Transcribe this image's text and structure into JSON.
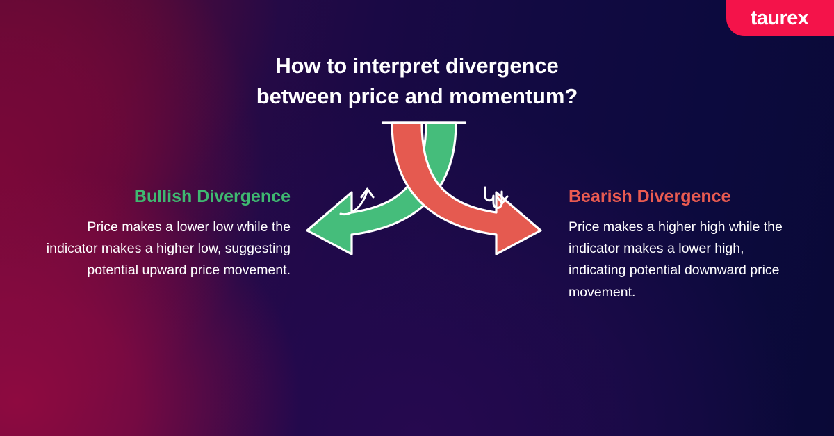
{
  "brand": {
    "logo_text": "taurex",
    "badge_color": "#f4134a"
  },
  "title": {
    "line1": "How to interpret divergence",
    "line2": "between price and momentum?"
  },
  "columns": {
    "left": {
      "heading": "Bullish Divergence",
      "heading_color": "#3fb871",
      "body": "Price makes a lower low while the indicator makes a higher low, suggesting potential upward price movement."
    },
    "right": {
      "heading": "Bearish Divergence",
      "heading_color": "#ea5b51",
      "body": "Price makes a higher high while the indicator makes a lower high, indicating potential downward price movement."
    }
  },
  "graphic": {
    "left_arrow": {
      "name": "bullish-curved-arrow-down-left",
      "fill": "#45bd7b",
      "stroke": "#ffffff",
      "inner_symbol": "curved-up-arrow"
    },
    "right_arrow": {
      "name": "bearish-curved-arrow-down-right",
      "fill": "#e55a50",
      "stroke": "#ffffff",
      "inner_symbol": "wavy-down-arrow"
    }
  },
  "background": {
    "left_tone": "#7a0838",
    "right_tone": "#0c0a3e"
  }
}
